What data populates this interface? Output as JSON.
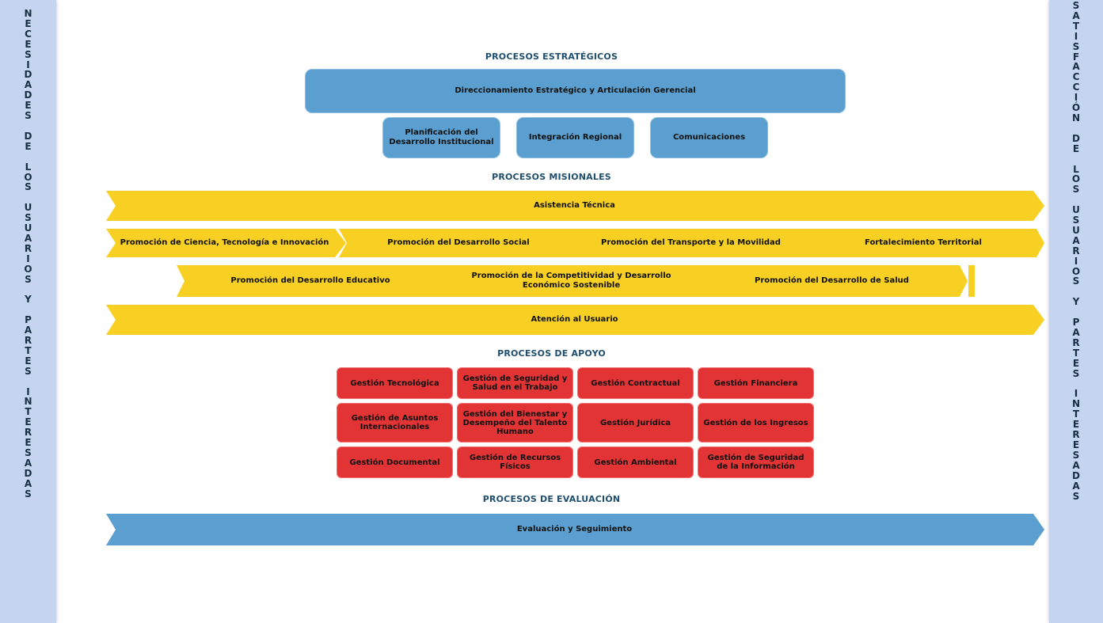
{
  "left_bar": {
    "text": "N\nE\nC\nE\nS\nI\nD\nA\nD\nE\nS\n\nD\nE\n\nL\nO\nS\n\nU\nS\nU\nA\nR\nI\nO\nS\n\nY\n\nP\nA\nR\nT\nE\nS\n\nI\nN\nT\nE\nR\nE\nS\nA\nD\nA\nS"
  },
  "right_bar": {
    "text": "S\nA\nT\nI\nS\nF\nA\nC\nC\nI\nÓ\nN\n\nD\nE\n\nL\nO\nS\n\nU\nS\nU\nA\nR\nI\nO\nS\n\nY\n\nP\nA\nR\nT\nE\nS\n\nI\nN\nT\nE\nR\nE\nS\nA\nD\nA\nS"
  },
  "estrategicos": {
    "title": "PROCESOS ESTRATÉGICOS",
    "main": "Direccionamiento Estratégico y Articulación Gerencial",
    "items": [
      "Planificación del Desarrollo Institucional",
      "Integración Regional",
      "Comunicaciones"
    ]
  },
  "misionales": {
    "title": "PROCESOS MISIONALES",
    "row1": "Asistencia Técnica",
    "row2": [
      "Promoción de Ciencia, Tecnología e Innovación",
      "Promoción del Desarrollo Social",
      "Promoción del Transporte y la Movilidad",
      "Fortalecimiento Territorial"
    ],
    "row3": [
      "Promoción del Desarrollo Educativo",
      "Promoción de la Competitividad y Desarrollo Económico Sostenible",
      "Promoción del Desarrollo de Salud"
    ],
    "row4": "Atención al Usuario"
  },
  "apoyo": {
    "title": "PROCESOS DE APOYO",
    "items": [
      "Gestión Tecnológica",
      "Gestión de Seguridad y Salud en el Trabajo",
      "Gestión Contractual",
      "Gestión Financiera",
      "Gestión de Asuntos Internacionales",
      "Gestión del Bienestar y Desempeño del Talento Humano",
      "Gestión Jurídica",
      "Gestión de los Ingresos",
      "Gestión Documental",
      "Gestión de Recursos Físicos",
      "Gestión Ambiental",
      "Gestión de Seguridad de la Información"
    ]
  },
  "evaluacion": {
    "title": "PROCESOS DE EVALUACIÓN",
    "main": "Evaluación y Seguimiento"
  },
  "colors": {
    "side_bar": "#c6d5ef",
    "blue": "#5a9fcf",
    "yellow": "#f8cf23",
    "red": "#e23434",
    "title": "#1f4e6e"
  }
}
